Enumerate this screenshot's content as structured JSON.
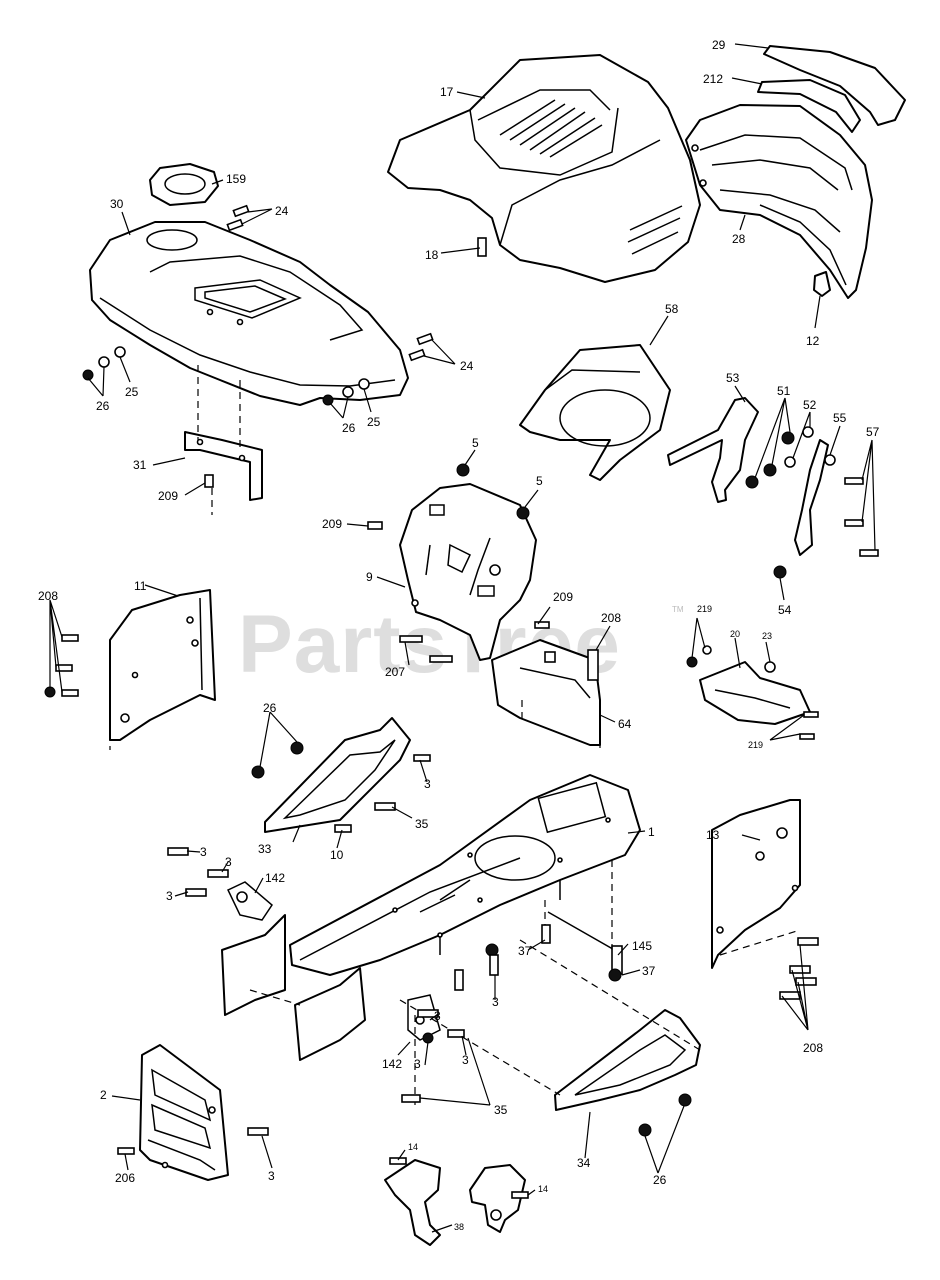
{
  "watermark": {
    "text": "PartsTree",
    "trademark": "TM"
  },
  "callouts": {
    "c1": "1",
    "c2": "2",
    "c3a": "3",
    "c3b": "3",
    "c3c": "3",
    "c3d": "3",
    "c3e": "3",
    "c3f": "3",
    "c3g": "3",
    "c3h": "3",
    "c3i": "3",
    "c5a": "5",
    "c5b": "5",
    "c9": "9",
    "c10": "10",
    "c11": "11",
    "c12": "12",
    "c13": "13",
    "c14a": "14",
    "c14b": "14",
    "c17": "17",
    "c18": "18",
    "c20": "20",
    "c23": "23",
    "c24a": "24",
    "c24b": "24",
    "c25a": "25",
    "c25b": "25",
    "c26a": "26",
    "c26b": "26",
    "c26c": "26",
    "c26d": "26",
    "c28": "28",
    "c29": "29",
    "c30": "30",
    "c31": "31",
    "c33": "33",
    "c34": "34",
    "c35a": "35",
    "c35b": "35",
    "c37a": "37",
    "c37b": "37",
    "c38": "38",
    "c51": "51",
    "c52": "52",
    "c53": "53",
    "c54": "54",
    "c55": "55",
    "c57": "57",
    "c58": "58",
    "c64": "64",
    "c142a": "142",
    "c142b": "142",
    "c145": "145",
    "c159": "159",
    "c206": "206",
    "c207": "207",
    "c208a": "208",
    "c208b": "208",
    "c208c": "208",
    "c209a": "209",
    "c209b": "209",
    "c209c": "209",
    "c212": "212",
    "c219a": "219",
    "c219b": "219"
  }
}
